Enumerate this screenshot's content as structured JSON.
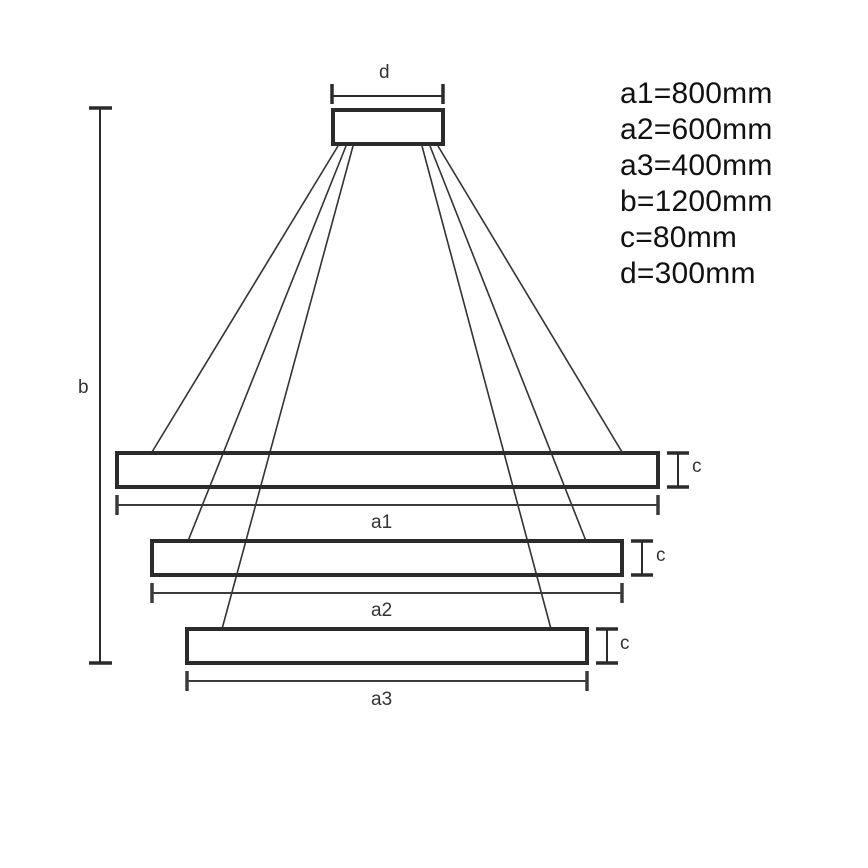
{
  "diagram": {
    "type": "three-ring pendant light dimension drawing",
    "labels": {
      "d": "d",
      "b": "b",
      "c1": "c",
      "c2": "c",
      "c3": "c",
      "a1": "a1",
      "a2": "a2",
      "a3": "a3"
    },
    "specs": [
      "a1=800mm",
      "a2=600mm",
      "a3=400mm",
      "b=1200mm",
      "c=80mm",
      "d=300mm"
    ],
    "colors": {
      "stroke": "#2b2b2b",
      "dimension": "#3a3a3a",
      "text": "#111111",
      "background": "#ffffff"
    }
  }
}
